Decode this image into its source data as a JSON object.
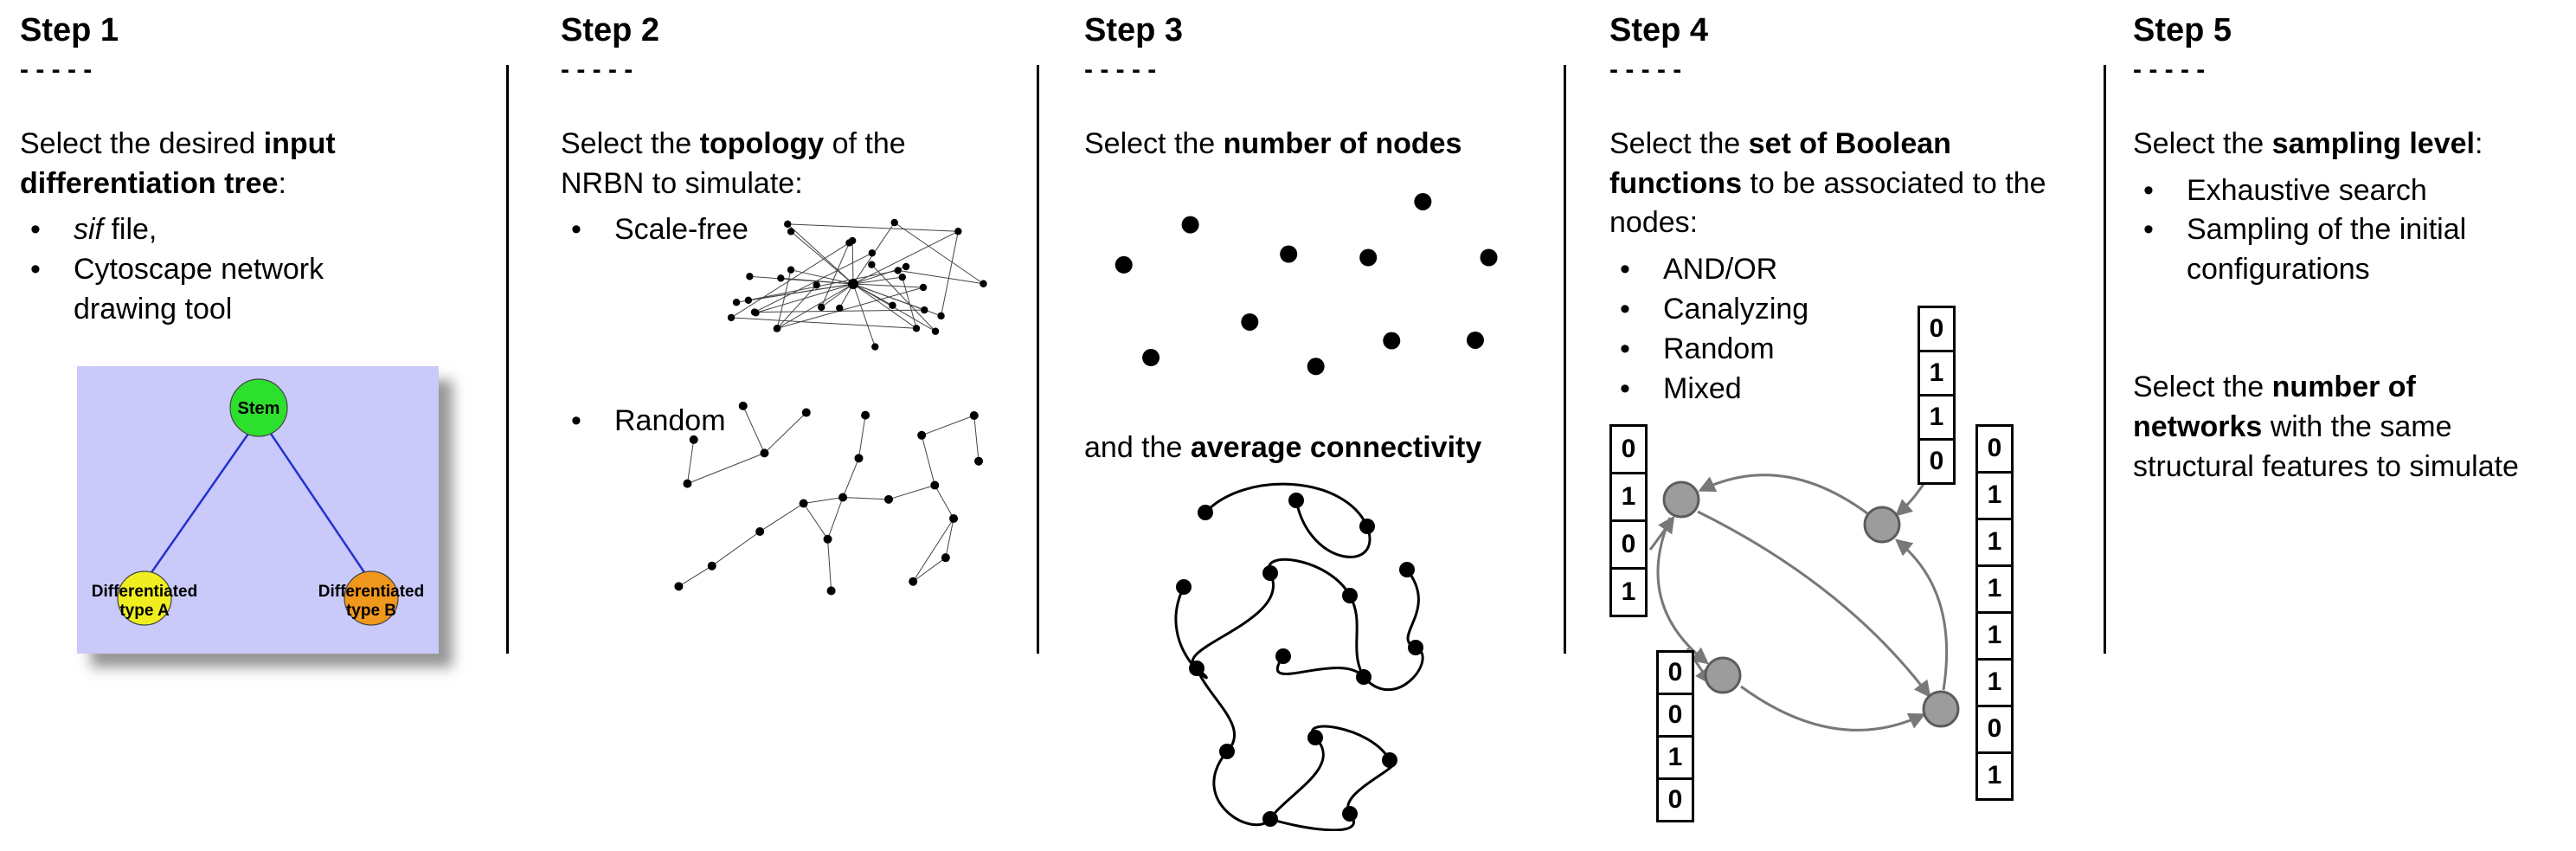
{
  "ui": {
    "bullet": "•"
  },
  "steps": [
    {
      "title": "Step 1",
      "dashes": "- - - - -",
      "intro": [
        {
          "text": "Select the desired ",
          "style": "normal"
        },
        {
          "text": "input differentiation tree",
          "style": "bold"
        },
        {
          "text": ":",
          "style": "normal"
        }
      ],
      "bullets": [
        [
          {
            "text": "sif",
            "style": "italic"
          },
          {
            "text": " file,",
            "style": "normal"
          }
        ],
        [
          {
            "text": "Cytoscape network drawing tool",
            "style": "normal"
          }
        ]
      ],
      "tree": {
        "background": "#c9c9fa",
        "edge_color": "#2233cc",
        "nodes": [
          {
            "id": "stem",
            "label_lines": [
              "Stem"
            ],
            "color": "#2ee02e"
          },
          {
            "id": "differentiated-type-a",
            "label_lines": [
              "Differentiated",
              "type A"
            ],
            "color": "#f0ee20"
          },
          {
            "id": "differentiated-type-b",
            "label_lines": [
              "Differentiated",
              "type B"
            ],
            "color": "#f0971e"
          }
        ]
      }
    },
    {
      "title": "Step 2",
      "dashes": "- - - - -",
      "intro": [
        {
          "text": "Select the ",
          "style": "normal"
        },
        {
          "text": "topology",
          "style": "bold"
        },
        {
          "text": " of the NRBN to simulate:",
          "style": "normal"
        }
      ],
      "bullets": [
        [
          {
            "text": "Scale-free",
            "style": "normal"
          }
        ],
        [
          {
            "text": "Random",
            "style": "normal"
          }
        ]
      ]
    },
    {
      "title": "Step 3",
      "dashes": "- - - - -",
      "intro": [
        {
          "text": "Select the ",
          "style": "normal"
        },
        {
          "text": "number of nodes",
          "style": "bold"
        }
      ],
      "intro2": [
        {
          "text": "and the ",
          "style": "normal"
        },
        {
          "text": "average connectivity",
          "style": "bold"
        }
      ]
    },
    {
      "title": "Step 4",
      "dashes": "- - - - -",
      "intro": [
        {
          "text": "Select the ",
          "style": "normal"
        },
        {
          "text": "set of Boolean functions",
          "style": "bold"
        },
        {
          "text": " to be associated to the nodes:",
          "style": "normal"
        }
      ],
      "bullets": [
        [
          {
            "text": "AND/OR",
            "style": "normal"
          }
        ],
        [
          {
            "text": "Canalyzing",
            "style": "normal"
          }
        ],
        [
          {
            "text": "Random",
            "style": "normal"
          }
        ],
        [
          {
            "text": "Mixed",
            "style": "normal"
          }
        ]
      ],
      "truth_tables": {
        "left": [
          "0",
          "1",
          "0",
          "1"
        ],
        "top": [
          "0",
          "1",
          "1",
          "0"
        ],
        "right": [
          "0",
          "1",
          "1",
          "1",
          "1",
          "1",
          "0",
          "1"
        ],
        "bottom_left": [
          "0",
          "0",
          "1",
          "0"
        ]
      },
      "node_color": "#9c9c9c",
      "arrow_color": "#787878"
    },
    {
      "title": "Step 5",
      "dashes": "- - - - -",
      "intro": [
        {
          "text": "Select the ",
          "style": "normal"
        },
        {
          "text": "sampling level",
          "style": "bold"
        },
        {
          "text": ":",
          "style": "normal"
        }
      ],
      "bullets": [
        [
          {
            "text": "Exhaustive search",
            "style": "normal"
          }
        ],
        [
          {
            "text": "Sampling of the initial configurations",
            "style": "normal"
          }
        ]
      ],
      "paragraph": [
        {
          "text": "Select the ",
          "style": "normal"
        },
        {
          "text": "number of networks",
          "style": "bold"
        },
        {
          "text": " with the same structural features to simulate",
          "style": "normal"
        }
      ]
    }
  ]
}
